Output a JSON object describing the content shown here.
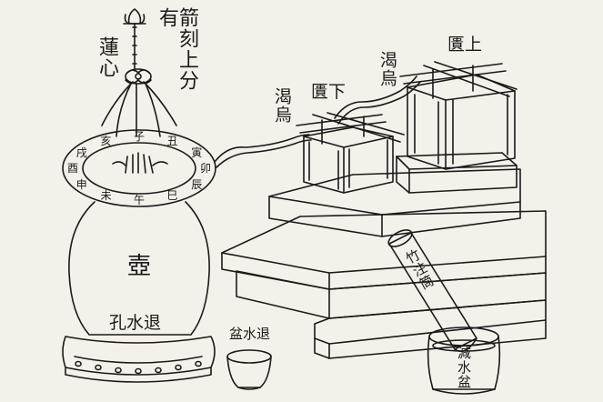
{
  "labels": {
    "arrow_scale": "箭刻上分有",
    "lotus_heart": "蓮心",
    "upper_tank": "匱上",
    "lower_tank": "匱下",
    "upper_siphon": "渴烏",
    "lower_siphon": "渴烏",
    "pot": "壺",
    "drain_hole": "孔水退",
    "drain_basin": "盆水退",
    "chip_cylinder": "竹注筒",
    "reducing_basin": "減水盆"
  },
  "ring_characters": "子丑寅卯辰巳午未申酉戌亥",
  "colors": {
    "ink": "#1a1a1a",
    "paper": "#f4f1ea"
  }
}
